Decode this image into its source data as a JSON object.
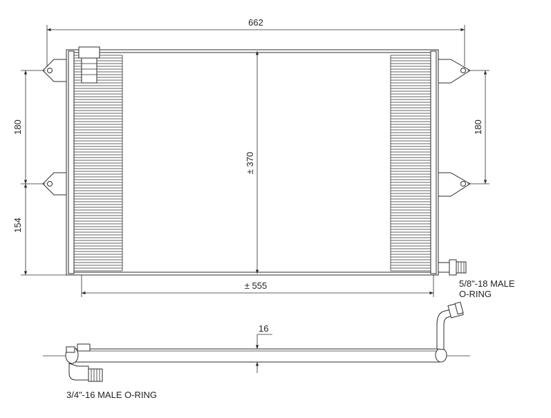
{
  "dimensions": {
    "overall_width": "662",
    "core_width": "± 555",
    "core_height": "± 370",
    "left_upper_spacing": "180",
    "left_lower_spacing": "154",
    "right_spacing": "180",
    "thickness": "16"
  },
  "callouts": {
    "outlet_line1": "5/8\"-18 MALE",
    "outlet_line2": "O-RING",
    "inlet": "3/4\"-16 MALE O-RING"
  },
  "colors": {
    "line": "#2b2b2b",
    "background": "#ffffff"
  }
}
